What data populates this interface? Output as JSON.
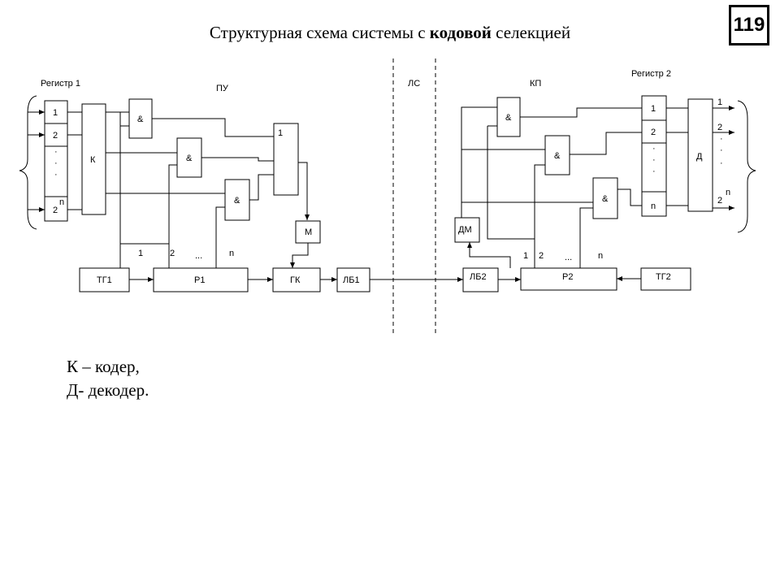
{
  "page_number": "119",
  "title": {
    "part1": "Структурная схема системы с ",
    "bold": "кодовой",
    "part2": " селекцией"
  },
  "labels": {
    "register1": "Регистр 1",
    "register2": "Регистр 2",
    "pu": "ПУ",
    "ls": "ЛС",
    "kp": "КП",
    "coder": "К",
    "decoder": "Д",
    "and": "&",
    "or": "1",
    "m": "М",
    "dm": "ДМ",
    "tg1": "ТГ1",
    "tg2": "ТГ2",
    "r1": "Р1",
    "r2": "Р2",
    "gk": "ГК",
    "lb1": "ЛБ1",
    "lb2": "ЛБ2",
    "cell1": "1",
    "cell2": "2",
    "celln": "n",
    "dot": "·",
    "tap1": "1",
    "tap2": "2",
    "tapdots": "...",
    "tapn": "n"
  },
  "legend": {
    "line1": "К – кодер,",
    "line2": "Д- декодер."
  }
}
